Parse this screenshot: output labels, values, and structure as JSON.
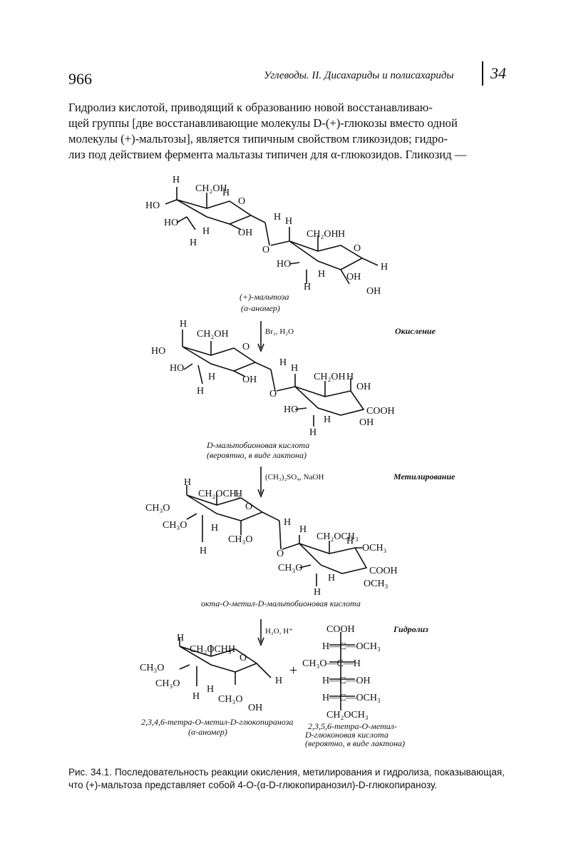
{
  "header": {
    "page_number": "966",
    "running_title": "Углеводы. II. Дисахариды и полисахариды",
    "chapter_number": "34"
  },
  "body_text": {
    "lines": [
      "Гидролиз кислотой, приводящий к образованию новой восстанавливаю-",
      "щей группы [две восстанавливающие молекулы D-(+)-глюкозы вместо одной",
      "молекулы (+)-мальтозы], является типичным свойством гликозидов; гидро-",
      "лиз под действием фермента мальтазы типичен для α-глюкозидов. Гликозид —"
    ]
  },
  "scheme": {
    "compound1": {
      "name": "(+)-мальтоза",
      "sub": "(α-аномер)"
    },
    "step1": {
      "reagent": "Br₂, H₂O",
      "label": "Окисление"
    },
    "compound2": {
      "name": "D-мальтобионовая кислота",
      "sub": "(вероятно, в виде лактона)"
    },
    "step2": {
      "reagent": "(CH₃)₂SO₄, NaOH",
      "label": "Метилирование"
    },
    "compound3": {
      "name": "окта-O-метил-D-мальтобионовая кислота"
    },
    "step3": {
      "reagent": "H₂O, H⁺",
      "label": "Гидролиз"
    },
    "product_a": {
      "name": "2,3,4,6-тетра-O-метил-D-глюкопираноза",
      "sub": "(α-аномер)"
    },
    "product_b": {
      "name": "2,3,5,6-тетра-O-метил-",
      "name2": "D-глюконовая кислота",
      "sub": "(вероятно, в виде лактона)"
    },
    "plus": "+",
    "labels": {
      "H": "H",
      "HO": "HO",
      "OH": "OH",
      "O": "O",
      "CH2OH": "CH₂OH",
      "CH2OCH3": "CH₂OCH₃",
      "CH3O": "CH₃O",
      "OCH3": "OCH₃",
      "COOH": "COOH"
    },
    "chain": [
      "COOH",
      "H—C—OCH₃",
      "CH₃O—C—H",
      "H—C—OH",
      "H—C—OCH₃",
      "CH₂OCH₃"
    ]
  },
  "caption": {
    "text": "Рис. 34.1. Последовательность реакции окисления, метилирования и гидролиза, показывающая, что (+)-мальтоза представляет собой 4-O-(α-D-глюкопиранозил)-D-глюкопиранозу."
  }
}
